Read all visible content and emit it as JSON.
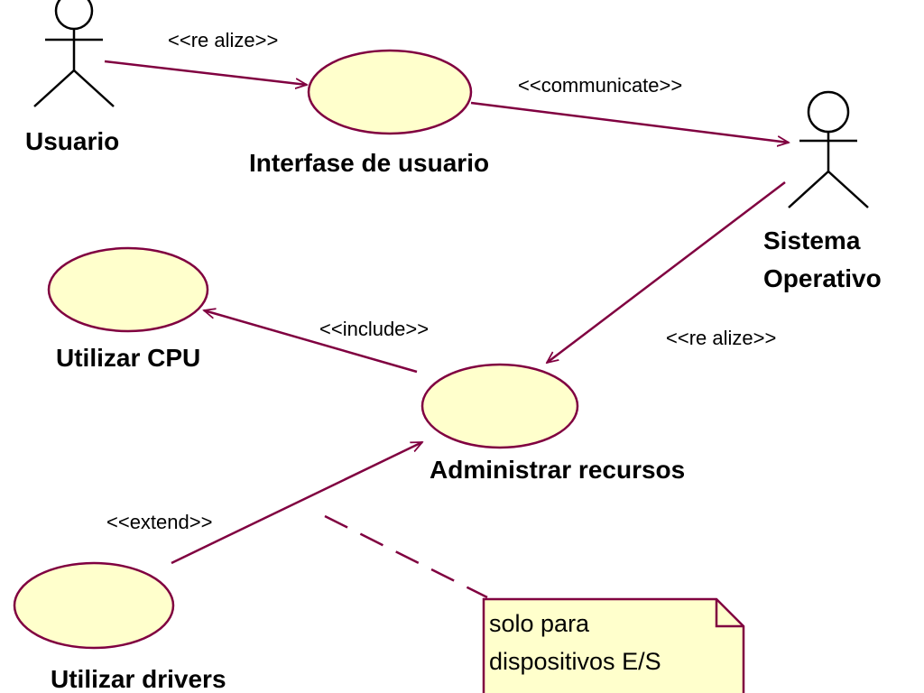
{
  "actors": {
    "usuario": {
      "label": "Usuario"
    },
    "sistema_operativo": {
      "label_line1": "Sistema",
      "label_line2": "Operativo"
    }
  },
  "use_cases": {
    "interfase": {
      "label": "Interfase de usuario"
    },
    "utilizar_cpu": {
      "label": "Utilizar CPU"
    },
    "administrar": {
      "label": "Administrar recursos"
    },
    "utilizar_drivers": {
      "label": "Utilizar drivers"
    }
  },
  "relations": {
    "realize_top": "<<re alize>>",
    "communicate": "<<communicate>>",
    "include": "<<include>>",
    "realize_right": "<<re alize>>",
    "extend": "<<extend>>"
  },
  "note": {
    "line1": "solo para",
    "line2": "dispositivos E/S"
  },
  "colors": {
    "usecase_fill": "#ffffcc",
    "line_color": "#800040"
  }
}
